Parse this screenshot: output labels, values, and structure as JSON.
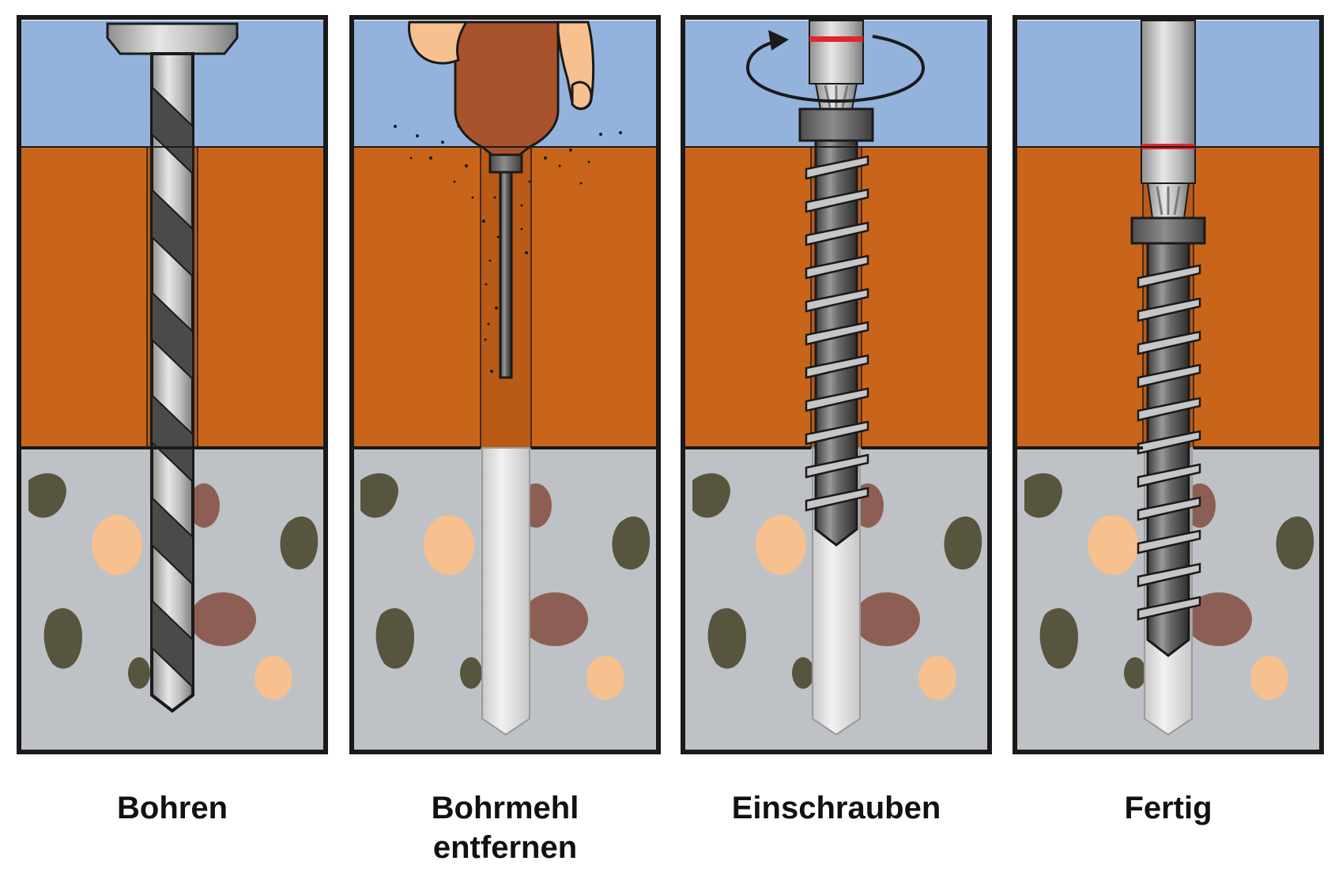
{
  "colors": {
    "sky": "#93b3dc",
    "wood": "#c9651a",
    "wood_dark": "#b95a17",
    "concrete": "#bec2c6",
    "frame": "#1a1a1a",
    "marking": "#e0262b",
    "stone_dark": "#58553e",
    "stone_brown": "#8d5f54",
    "stone_peach": "#f6c08f"
  },
  "steps": [
    {
      "label_lines": [
        "Bohren"
      ],
      "icon": "drill-bit-icon"
    },
    {
      "label_lines": [
        "Bohrmehl",
        "entfernen"
      ],
      "icon": "blow-out-pump-icon"
    },
    {
      "label_lines": [
        "Einschrauben"
      ],
      "icon": "screw-driving-icon"
    },
    {
      "label_lines": [
        "Fertig"
      ],
      "icon": "installed-screw-icon"
    }
  ]
}
